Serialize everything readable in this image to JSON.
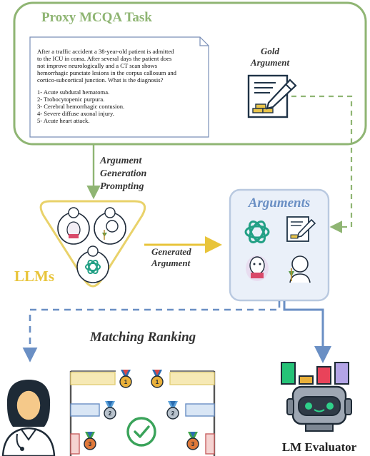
{
  "task": {
    "title": "Proxy MCQA Task",
    "question_lines": [
      "After a traffic accident a 38-year-old patient is  admitted",
      "to the ICU in coma. After several days the patient does",
      "not improve neurologically and a CT scan shows",
      "hemorrhagic punctate lesions in the corpus callosum and",
      "cortico-subcortical junction. What is the diagnosis?"
    ],
    "options": [
      "1- Acute subdural hematoma.",
      "2- Trobocytopenic purpura.",
      "3- Cerebral hemorrhagic contusion.",
      "4- Severe diffuse axonal injury.",
      "5- Acute heart attack."
    ],
    "gold_label_line1": "Gold",
    "gold_label_line2": "Argument"
  },
  "prompting_label": [
    "Argument",
    "Generation",
    "Prompting"
  ],
  "llms_label": "LLMs",
  "generated_label": [
    "Generated",
    "Argument"
  ],
  "arguments_title": "Arguments",
  "matching_label": "Matching Ranking",
  "evaluator_label": "LM Evaluator",
  "colors": {
    "green": "#8fb573",
    "yellow": "#e9d26a",
    "blue": "#6a8fc4",
    "blue_fill": "#eaf0f9",
    "llm_text": "#e8c43a"
  },
  "icons": [
    "document-icon",
    "gold-argument-icon",
    "openai-icon",
    "llama-icon",
    "doctor-icon",
    "medal-icon",
    "check-icon",
    "robot-icon",
    "bar-chart-icon",
    "physician-icon"
  ]
}
